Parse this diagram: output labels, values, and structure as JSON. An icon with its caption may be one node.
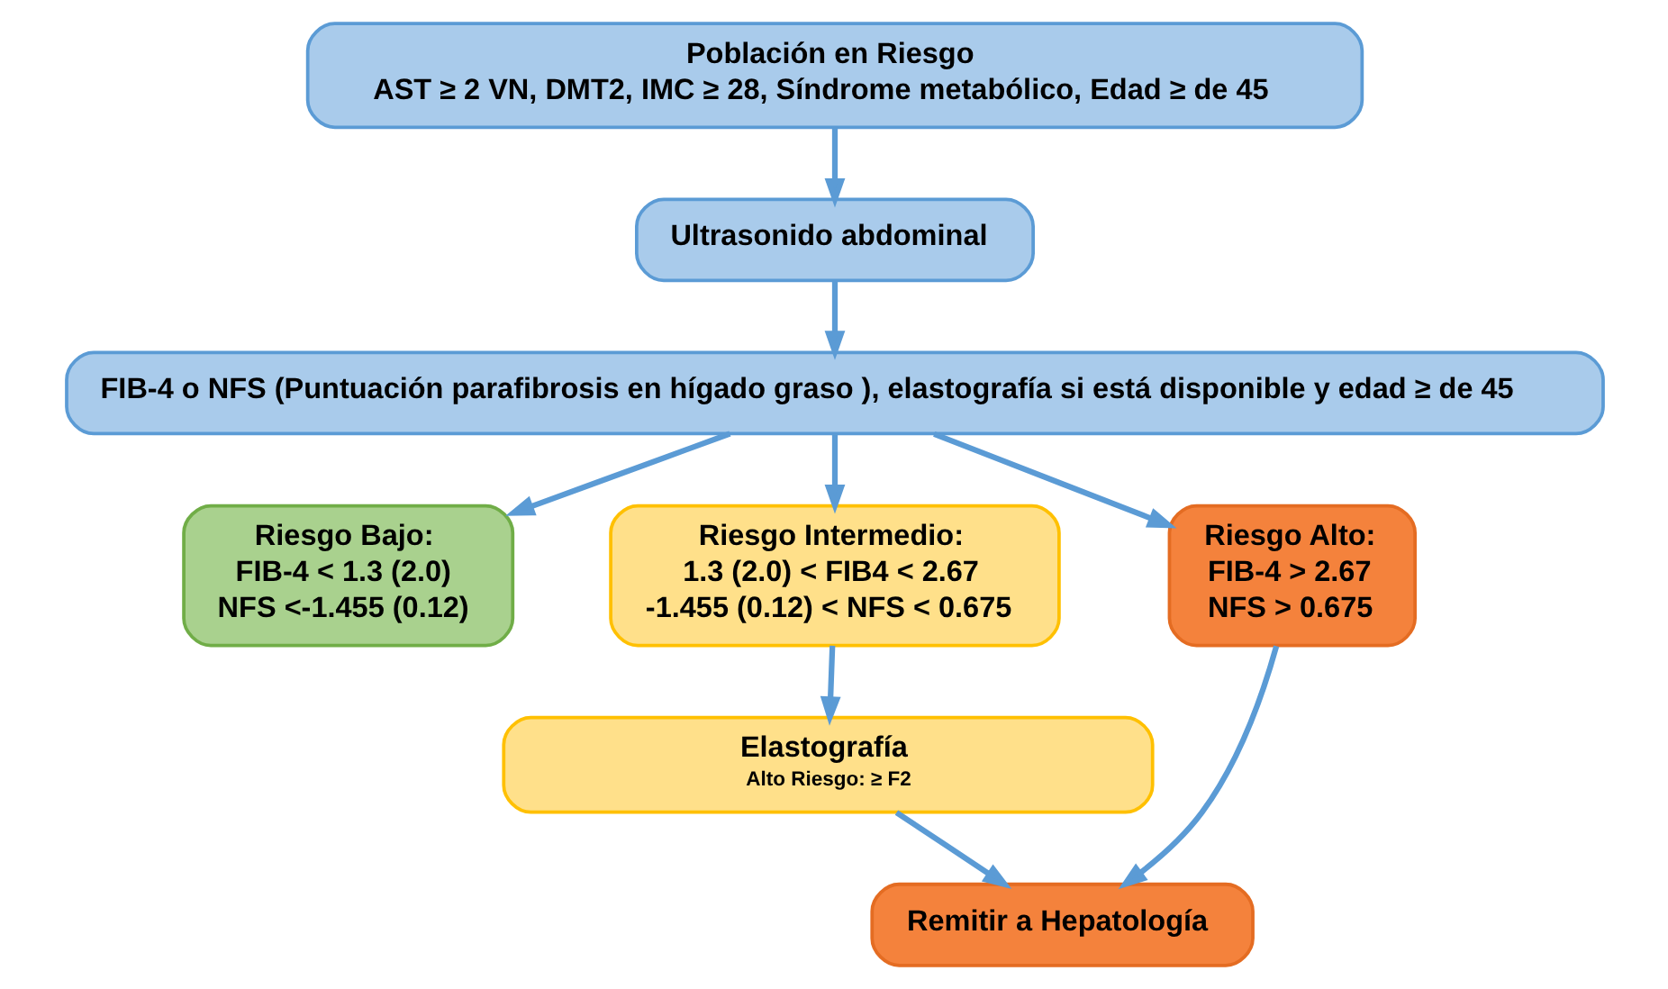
{
  "diagram": {
    "nodes": [
      {
        "text": [
          "Población en Riesgo",
          "AST ≥ 2 VN, DMT2, IMC ≥ 28, Síndrome metabólico, Edad ≥ de 45"
        ]
      },
      {
        "text": [
          "Ultrasonido abdominal"
        ]
      },
      {
        "text": [
          "FIB-4 o NFS (Puntuación parafibrosis en hígado graso ), elastografía si está disponible y edad ≥ de 45"
        ]
      },
      {
        "text": [
          "Riesgo Bajo:",
          "FIB-4 < 1.3 (2.0)",
          "NFS <-1.455 (0.12)"
        ]
      },
      {
        "text": [
          "Riesgo Intermedio:",
          "1.3 (2.0) < FIB4 < 2.67",
          "-1.455 (0.12) < NFS < 0.675"
        ]
      },
      {
        "text": [
          "Riesgo Alto:",
          "FIB-4 > 2.67",
          "NFS > 0.675"
        ]
      },
      {
        "text": [
          "Elastografía",
          "Alto Riesgo: ≥ F2"
        ]
      },
      {
        "text": [
          "Remitir a Hepatología"
        ]
      }
    ],
    "edges": [
      {
        "from": 0,
        "to": 1,
        "arrow": "to"
      },
      {
        "from": 1,
        "to": 2,
        "arrow": "to"
      },
      {
        "from": 2,
        "to": 3,
        "arrow": "to"
      },
      {
        "from": 2,
        "to": 4,
        "arrow": "to"
      },
      {
        "from": 2,
        "to": 5,
        "arrow": "to"
      },
      {
        "from": 4,
        "to": 6,
        "arrow": "to"
      },
      {
        "from": 5,
        "to": 7,
        "arrow": "to"
      },
      {
        "from": 6,
        "to": 7,
        "arrow": "to"
      }
    ]
  }
}
